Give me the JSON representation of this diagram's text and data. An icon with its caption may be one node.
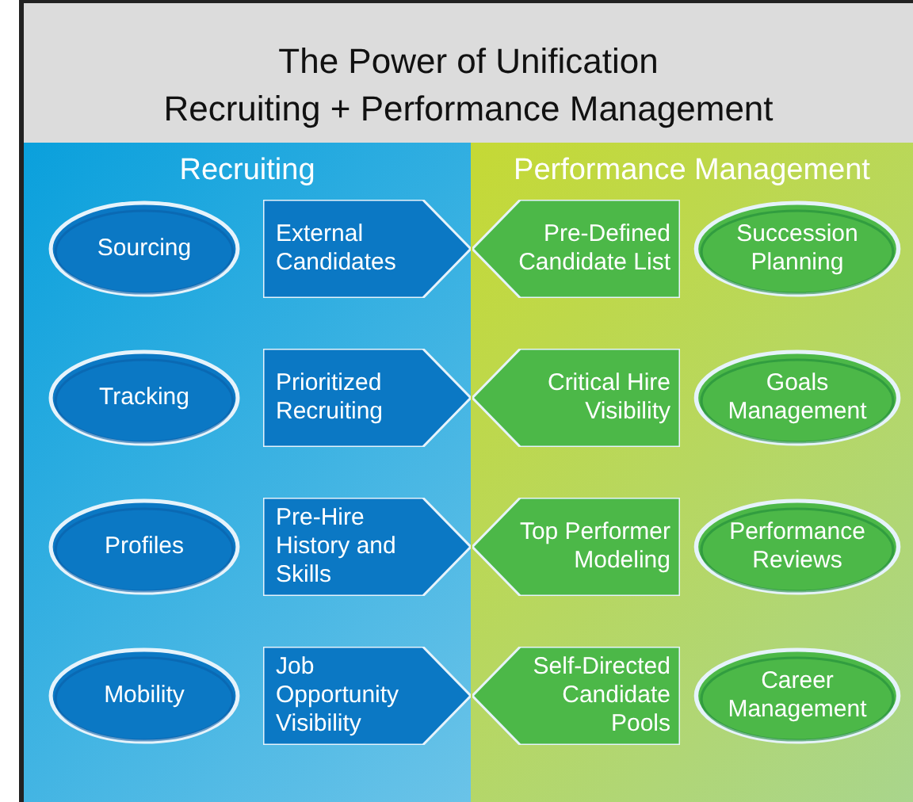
{
  "diagram": {
    "title": "The Power of Unification",
    "nodes": [
      {
        "text": [
          "Recruiting"
        ]
      },
      {
        "text": [
          "Performance Management"
        ]
      },
      {
        "text": [
          "Sourcing"
        ],
        "in": 0
      },
      {
        "text": [
          "External Candidates"
        ],
        "in": 0
      },
      {
        "text": [
          "Pre-Defined Candidate List"
        ],
        "in": 1
      },
      {
        "text": [
          "Succession Planning"
        ],
        "in": 1
      },
      {
        "text": [
          "Tracking"
        ],
        "in": 0
      },
      {
        "text": [
          "Prioritized Recruiting"
        ],
        "in": 0
      },
      {
        "text": [
          "Critical Hire Visibility"
        ],
        "in": 1
      },
      {
        "text": [
          "Goals Management"
        ],
        "in": 1
      },
      {
        "text": [
          "Profiles"
        ],
        "in": 0
      },
      {
        "text": [
          "Pre-Hire History and Skills"
        ],
        "in": 0
      },
      {
        "text": [
          "Top Performer Modeling"
        ],
        "in": 1
      },
      {
        "text": [
          "Performance Reviews"
        ],
        "in": 1
      },
      {
        "text": [
          "Mobility"
        ],
        "in": 0
      },
      {
        "text": [
          "Job Opportunity Visibility"
        ],
        "in": 0
      },
      {
        "text": [
          "Self-Directed Candidate Pools"
        ],
        "in": 1
      },
      {
        "text": [
          "Career Management"
        ],
        "in": 1
      }
    ],
    "labels": [
      "Recruiting + Performance Management"
    ]
  }
}
